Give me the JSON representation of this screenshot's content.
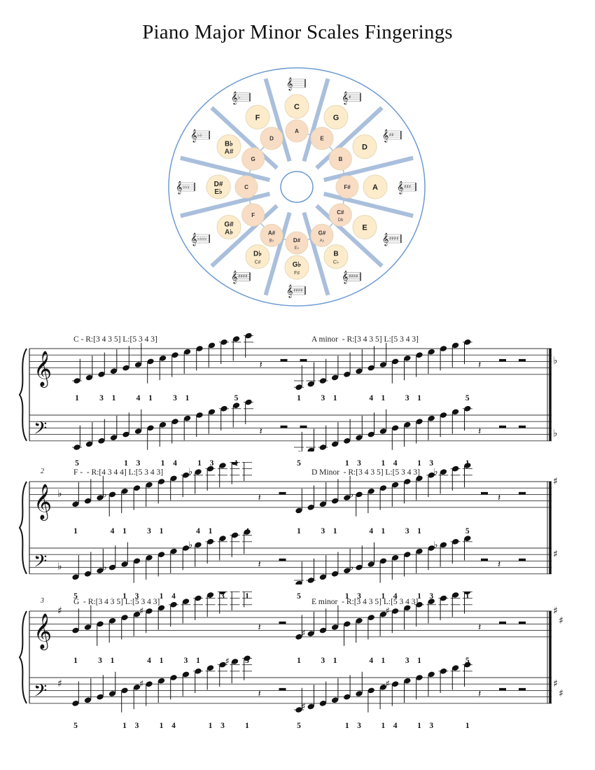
{
  "title": "Piano Major Minor Scales Fingerings",
  "circle_of_fifths": {
    "colors": {
      "ring": "#6d9bd1",
      "spoke": "#a9bfdc",
      "major_fill": "#fdeccb",
      "minor_fill": "#f8dcc4",
      "border": "#e6d7b8"
    },
    "major_keys": [
      {
        "label": "C",
        "sub": ""
      },
      {
        "label": "G",
        "sub": ""
      },
      {
        "label": "D",
        "sub": ""
      },
      {
        "label": "A",
        "sub": ""
      },
      {
        "label": "E",
        "sub": ""
      },
      {
        "label": "B",
        "sub": "C♭"
      },
      {
        "label": "G♭",
        "sub": "F♯"
      },
      {
        "label": "D♭",
        "sub": "C♯"
      },
      {
        "label": "G#",
        "sub": "A♭"
      },
      {
        "label": "D#",
        "sub": "E♭"
      },
      {
        "label": "B♭",
        "sub": "A#"
      },
      {
        "label": "F",
        "sub": ""
      }
    ],
    "minor_keys": [
      {
        "label": "A",
        "sub": ""
      },
      {
        "label": "E",
        "sub": ""
      },
      {
        "label": "B",
        "sub": ""
      },
      {
        "label": "F#",
        "sub": ""
      },
      {
        "label": "C#",
        "sub": "Db"
      },
      {
        "label": "G#",
        "sub": "A♭"
      },
      {
        "label": "D#",
        "sub": "E♭"
      },
      {
        "label": "A#",
        "sub": "B♭"
      },
      {
        "label": "F",
        "sub": ""
      },
      {
        "label": "C",
        "sub": ""
      },
      {
        "label": "G",
        "sub": ""
      },
      {
        "label": "D",
        "sub": ""
      }
    ],
    "key_signatures": [
      "0",
      "1#",
      "2#",
      "3#",
      "4#",
      "5#",
      "6#/6b",
      "7#/5b",
      "4b",
      "3b",
      "2b",
      "1b"
    ]
  },
  "systems": [
    {
      "number": "",
      "key_sig": {
        "type": "none",
        "count": 0
      },
      "end_key_sig": {
        "type": "flat",
        "count": 1
      },
      "scales": [
        {
          "label": "C - R:[3 4 3 5] L:[5 3 4 3]",
          "treble_notes": [
            -2,
            -1,
            0,
            1,
            2,
            3,
            4,
            5,
            6,
            7,
            8,
            9,
            10,
            11,
            12
          ],
          "treble_accidentals": {},
          "treble_fingering": [
            "1",
            "",
            "3",
            "1",
            "",
            "4",
            "1",
            "",
            "3",
            "1",
            "",
            "",
            "",
            "5",
            ""
          ],
          "bass_notes": [
            -2,
            -1,
            0,
            1,
            2,
            3,
            4,
            5,
            6,
            7,
            8,
            9,
            10,
            11,
            12
          ],
          "bass_accidentals": {},
          "bass_fingering": [
            "5",
            "",
            "",
            "",
            "1",
            "3",
            "",
            "1",
            "4",
            "",
            "1",
            "3",
            "",
            "1",
            ""
          ],
          "rests": [
            "quarter",
            "half",
            "half"
          ]
        },
        {
          "label": "A minor  - R:[3 4 3 5] L:[5 3 4 3]",
          "treble_notes": [
            -4,
            -3,
            -2,
            -1,
            0,
            1,
            2,
            3,
            4,
            5,
            6,
            7,
            8,
            9,
            10
          ],
          "treble_accidentals": {},
          "treble_fingering": [
            "1",
            "",
            "3",
            "1",
            "",
            "",
            "4",
            "1",
            "",
            "3",
            "1",
            "",
            "",
            "",
            "5"
          ],
          "bass_notes": [
            -4,
            -3,
            -2,
            -1,
            0,
            1,
            2,
            3,
            4,
            5,
            6,
            7,
            8,
            9,
            10
          ],
          "bass_accidentals": {},
          "bass_fingering": [
            "5",
            "",
            "",
            "",
            "1",
            "3",
            "",
            "1",
            "4",
            "",
            "1",
            "3",
            "",
            "",
            "1"
          ],
          "rests": [
            "quarter",
            "half",
            "half"
          ]
        }
      ]
    },
    {
      "number": "2",
      "key_sig": {
        "type": "flat",
        "count": 1
      },
      "end_key_sig": {
        "type": "sharp",
        "count": 1
      },
      "scales": [
        {
          "label": "F -  - R:[4 3 4 4] L:[5 3 4 3]",
          "treble_notes": [
            1,
            2,
            3,
            4,
            5,
            6,
            7,
            8,
            9,
            10,
            11,
            12,
            13,
            14,
            15
          ],
          "treble_accidentals": {
            "3": "flat",
            "10": "flat"
          },
          "treble_fingering": [
            "1",
            "",
            "",
            "4",
            "1",
            "",
            "3",
            "1",
            "",
            "",
            "4",
            "1",
            "",
            "",
            "4"
          ],
          "bass_notes": [
            -1,
            0,
            1,
            2,
            3,
            4,
            5,
            6,
            7,
            8,
            9,
            10,
            11,
            12,
            13
          ],
          "bass_accidentals": {
            "3": "flat",
            "10": "flat"
          },
          "bass_fingering": [
            "5",
            "",
            "",
            "",
            "1",
            "3",
            "",
            "1",
            "4",
            "",
            "",
            "1",
            "3",
            "",
            "1"
          ],
          "rests": [
            "quarter",
            "half"
          ]
        },
        {
          "label": "D Minor  - R:[3 4 3 5] L:[5 3 4 3]",
          "treble_notes": [
            -1,
            0,
            1,
            2,
            3,
            4,
            5,
            6,
            7,
            8,
            9,
            10,
            11,
            12,
            13
          ],
          "treble_accidentals": {
            "5": "flat",
            "12": "flat"
          },
          "treble_fingering": [
            "1",
            "",
            "3",
            "1",
            "",
            "",
            "4",
            "1",
            "",
            "3",
            "1",
            "",
            "",
            "",
            "5"
          ],
          "bass_notes": [
            -3,
            -2,
            -1,
            0,
            1,
            2,
            3,
            4,
            5,
            6,
            7,
            8,
            9,
            10,
            11
          ],
          "bass_accidentals": {
            "5": "flat",
            "12": "flat"
          },
          "bass_fingering": [
            "5",
            "",
            "",
            "",
            "1",
            "3",
            "",
            "1",
            "4",
            "",
            "1",
            "3",
            "",
            "",
            "1"
          ],
          "rests": [
            "half",
            "quarter",
            "half"
          ]
        }
      ]
    },
    {
      "number": "3",
      "key_sig": {
        "type": "sharp",
        "count": 1
      },
      "end_key_sig": {
        "type": "sharp",
        "count": 2
      },
      "scales": [
        {
          "label": "G  - R:[3 4 3 5] L:[5 3 4 3]",
          "treble_notes": [
            2,
            3,
            4,
            5,
            6,
            7,
            8,
            9,
            10,
            11,
            12,
            13,
            14,
            15,
            16
          ],
          "treble_accidentals": {
            "6": "sharp",
            "13": "sharp"
          },
          "treble_fingering": [
            "1",
            "",
            "3",
            "1",
            "",
            "",
            "4",
            "1",
            "",
            "3",
            "1",
            "",
            "",
            "",
            "5"
          ],
          "bass_notes": [
            0,
            1,
            2,
            3,
            4,
            5,
            6,
            7,
            8,
            9,
            10,
            11,
            12,
            13,
            14
          ],
          "bass_accidentals": {
            "6": "sharp",
            "13": "sharp"
          },
          "bass_fingering": [
            "5",
            "",
            "",
            "",
            "1",
            "3",
            "",
            "1",
            "4",
            "",
            "",
            "1",
            "3",
            "",
            "1"
          ],
          "rests": [
            "quarter",
            "half"
          ]
        },
        {
          "label": "E minor  - R:[3 4 3 5] L:[5 3 4 3]",
          "treble_notes": [
            0,
            1,
            2,
            3,
            4,
            5,
            6,
            7,
            8,
            9,
            10,
            11,
            12,
            13,
            14
          ],
          "treble_accidentals": {
            "1": "sharp",
            "8": "sharp"
          },
          "treble_fingering": [
            "1",
            "",
            "3",
            "1",
            "",
            "",
            "4",
            "1",
            "",
            "3",
            "1",
            "",
            "",
            "",
            "5"
          ],
          "bass_notes": [
            -2,
            -1,
            0,
            1,
            2,
            3,
            4,
            5,
            6,
            7,
            8,
            9,
            10,
            11,
            12
          ],
          "bass_accidentals": {
            "1": "sharp",
            "8": "sharp"
          },
          "bass_fingering": [
            "5",
            "",
            "",
            "",
            "1",
            "3",
            "",
            "1",
            "4",
            "",
            "1",
            "3",
            "",
            "",
            "1"
          ],
          "rests": [
            "quarter",
            "half",
            "half"
          ]
        }
      ]
    }
  ]
}
